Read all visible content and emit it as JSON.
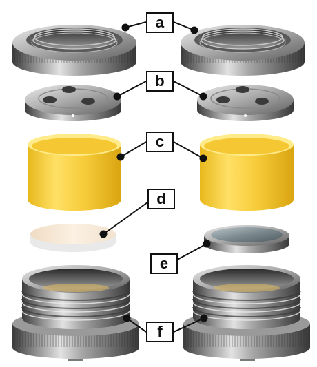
{
  "figure": {
    "callout_labels": {
      "a": "a",
      "b": "b",
      "c": "c",
      "d": "d",
      "e": "e",
      "f": "f"
    },
    "parts": [
      {
        "id": "a",
        "name": "knurled-cap-ring",
        "count": 2
      },
      {
        "id": "b",
        "name": "perforated-disc",
        "count": 2
      },
      {
        "id": "c",
        "name": "yellow-sleeve",
        "count": 2
      },
      {
        "id": "d",
        "name": "white-membrane-disc",
        "count": 1
      },
      {
        "id": "e",
        "name": "glass-window-disc",
        "count": 1
      },
      {
        "id": "f",
        "name": "threaded-base",
        "count": 2
      }
    ],
    "colors": {
      "metal_dark": "#4a4a4a",
      "metal_mid": "#8a8a8a",
      "metal_light": "#d8d8d8",
      "sleeve_yellow": "#f2c230",
      "sleeve_yellow_light": "#ffe27a",
      "membrane": "#f6eadb",
      "glass": "#8e9aa0",
      "callout_stroke": "#111111"
    }
  }
}
